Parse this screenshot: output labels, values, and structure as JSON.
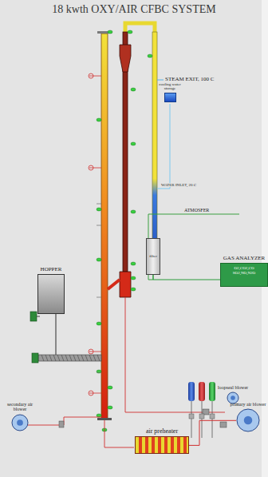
{
  "diagram": {
    "title": "18 kwth OXY/AIR CFBC SYSTEM",
    "nodes": [
      {
        "text": [
          "cooling water storage"
        ]
      },
      {
        "text": [
          "filter"
        ]
      },
      {
        "text": [
          "GAS ANALYZER",
          "O2,CO2,CO SO2,NO,N2O"
        ]
      },
      {
        "text": [
          "HOPPER"
        ]
      },
      {
        "text": [
          "loopseal blower"
        ]
      },
      {
        "text": [
          "secondary air blower"
        ]
      },
      {
        "text": [
          "primary air blower"
        ]
      },
      {
        "text": [
          "air preheater"
        ]
      }
    ],
    "edges": [
      {
        "from": 1,
        "to": 2,
        "arrow": "none"
      },
      {
        "from": 6,
        "to": 7,
        "arrow": "none"
      }
    ],
    "labels": [
      "STEAM EXIT, 100 C",
      "WATER INLET, 20 C",
      "ATMOSFER"
    ]
  }
}
